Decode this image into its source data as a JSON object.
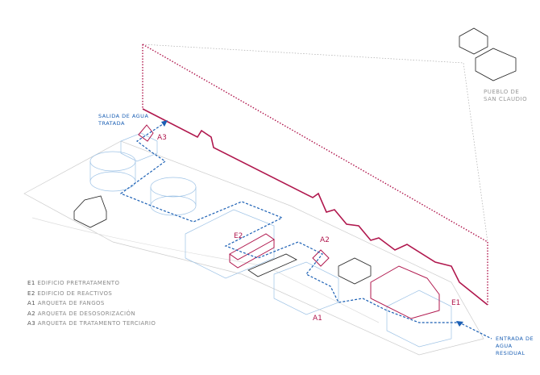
{
  "colors": {
    "accent": "#b0174d",
    "water": "#1a5fb4",
    "building": "#9ec3e6",
    "outline": "#999999"
  },
  "labels": {
    "outlet": [
      "SALIDA DE AGUA",
      "TRATADA"
    ],
    "inlet": [
      "ENTRADA  DE",
      "AGUA RESIDUAL"
    ],
    "town": [
      "PUEBLO DE",
      "SAN CLAUDIO"
    ]
  },
  "tags": {
    "a3": "A3",
    "e2": "E2",
    "a2": "A2",
    "a1": "A1",
    "e1": "E1"
  },
  "legend": [
    {
      "code": "E1",
      "text": "EDIFICIO PRETRATAMENTO"
    },
    {
      "code": "E2",
      "text": "EDIFICIO DE REACTIVOS"
    },
    {
      "code": "A1",
      "text": "ARQUETA DE FANGOS"
    },
    {
      "code": "A2",
      "text": "ARQUETA DE DESOSORIZACIÓN"
    },
    {
      "code": "A3",
      "text": "ARQUETA DE TRATAMENTO TERCIARIO"
    }
  ]
}
